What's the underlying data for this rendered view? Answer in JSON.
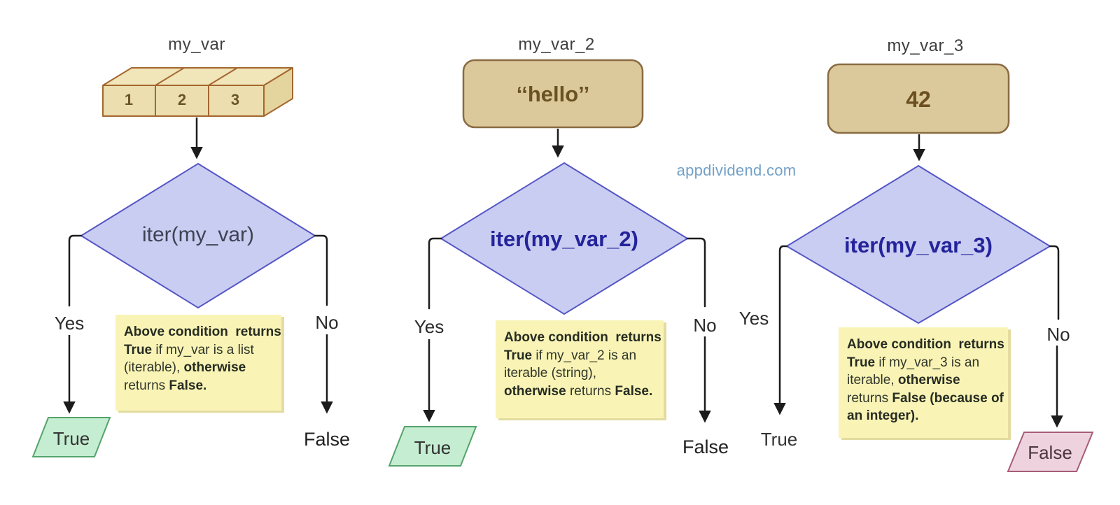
{
  "watermark": "appdividend.com",
  "colors": {
    "diamond_fill": "#c9cdf1",
    "diamond_border": "#5556c5",
    "tan_fill": "#dbc99b",
    "tan_border": "#8a6b42",
    "box3d_fill": "#ecdeae",
    "box3d_top_fill": "#f1e5ba",
    "box3d_side_fill": "#e4d49e",
    "box3d_border": "#a4672f",
    "note_fill": "#f9f4b5",
    "note_shadow": "#e3dca0",
    "green_fill": "#c4edd1",
    "green_border": "#55a36c",
    "pink_fill": "#eed3de",
    "pink_border": "#a65d78",
    "line": "#1c1c1c",
    "watermark_color": "#72a0c8",
    "condition_text_1": "#3e4354",
    "condition_text_23": "#23239b"
  },
  "flowcharts": [
    {
      "title": "my_var",
      "value_cells": [
        "1",
        "2",
        "3"
      ],
      "condition": "iter(my_var)",
      "yes": "Yes",
      "no": "No",
      "result_yes": "True",
      "result_no": "False",
      "note": [
        [
          {
            "t": "Above condition  returns",
            "b": true
          }
        ],
        [
          {
            "t": "True",
            "b": true
          },
          {
            "t": " if my_var is a list",
            "b": false
          }
        ],
        [
          {
            "t": "(iterable), ",
            "b": false
          },
          {
            "t": "otherwise",
            "b": true
          }
        ],
        [
          {
            "t": "returns ",
            "b": false
          },
          {
            "t": "False.",
            "b": true
          }
        ]
      ]
    },
    {
      "title": "my_var_2",
      "value": "‘‘hello’’",
      "condition": "iter(my_var_2)",
      "yes": "Yes",
      "no": "No",
      "result_yes": "True",
      "result_no": "False",
      "note": [
        [
          {
            "t": "Above condition  returns",
            "b": true
          }
        ],
        [
          {
            "t": "True",
            "b": true
          },
          {
            "t": " if my_var_2 is an",
            "b": false
          }
        ],
        [
          {
            "t": "iterable (string),",
            "b": false
          }
        ],
        [
          {
            "t": "otherwise",
            "b": true
          },
          {
            "t": " returns ",
            "b": false
          },
          {
            "t": "False.",
            "b": true
          }
        ]
      ]
    },
    {
      "title": "my_var_3",
      "value": "42",
      "condition": "iter(my_var_3)",
      "yes": "Yes",
      "no": "No",
      "result_yes": "True",
      "result_no": "False",
      "note": [
        [
          {
            "t": "Above condition  returns",
            "b": true
          }
        ],
        [
          {
            "t": "True",
            "b": true
          },
          {
            "t": " if my_var_3 is an",
            "b": false
          }
        ],
        [
          {
            "t": "iterable, ",
            "b": false
          },
          {
            "t": "otherwise",
            "b": true
          }
        ],
        [
          {
            "t": "returns ",
            "b": false
          },
          {
            "t": "False (because of",
            "b": true
          }
        ],
        [
          {
            "t": "an integer).",
            "b": true
          }
        ]
      ]
    }
  ]
}
